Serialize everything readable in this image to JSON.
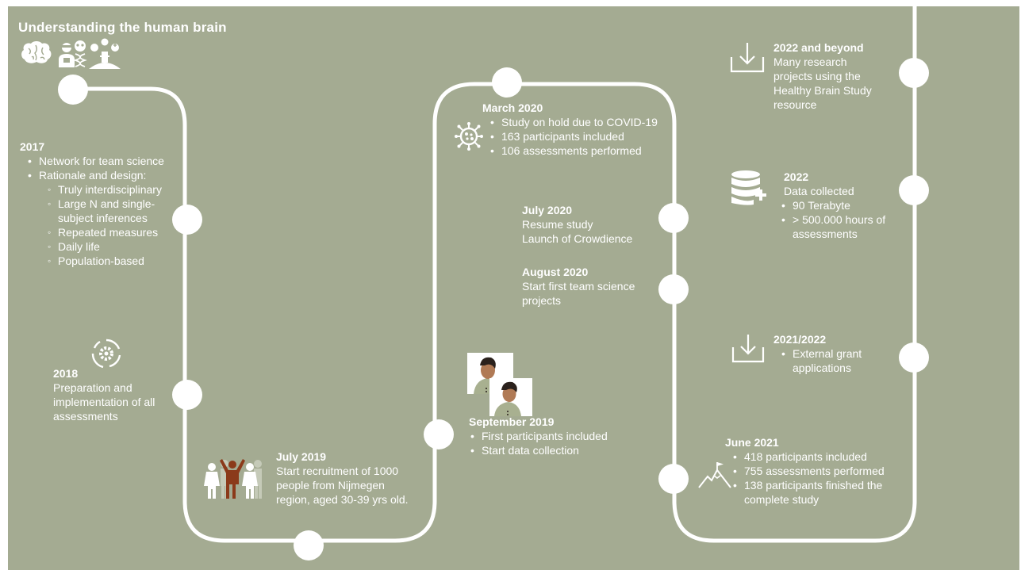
{
  "title": "Understanding the human brain",
  "icons": [
    "brain-icon",
    "researcher-icon",
    "dna-icon",
    "community-icon"
  ],
  "colors": {
    "background": "#a4ab92",
    "line": "#ffffff",
    "figure_accent": "#8b3a1a"
  },
  "events": {
    "e2017": {
      "heading": "2017",
      "bullets": [
        "Network for team science",
        "Rationale and design:"
      ],
      "sub_bullets": [
        "Truly interdisciplinary",
        "Large N and single-subject inferences",
        "Repeated measures",
        "Daily life",
        "Population-based"
      ]
    },
    "e2018": {
      "heading": "2018",
      "lines": [
        "Preparation and implementation of all assessments"
      ]
    },
    "jul2019": {
      "heading": "July 2019",
      "lines": [
        "Start recruitment of 1000 people from Nijmegen region, aged 30-39 yrs old."
      ]
    },
    "sep2019": {
      "heading": "September 2019",
      "bullets": [
        "First participants included",
        "Start data collection"
      ]
    },
    "mar2020": {
      "heading": "March 2020",
      "bullets": [
        "Study on hold due to COVID-19",
        "163 participants included",
        "106 assessments performed"
      ]
    },
    "jul2020": {
      "heading": "July 2020",
      "lines": [
        "Resume study",
        "Launch of Crowdience"
      ]
    },
    "aug2020": {
      "heading": "August 2020",
      "lines": [
        "Start first team science projects"
      ]
    },
    "jun2021": {
      "heading": "June 2021",
      "bullets": [
        "418 participants included",
        "755 assessments performed",
        "138 participants finished the complete study"
      ]
    },
    "grant2021": {
      "heading": "2021/2022",
      "bullets": [
        "External grant applications"
      ]
    },
    "y2022": {
      "heading": "2022",
      "lines": [
        "Data collected"
      ],
      "bullets": [
        "90 Terabyte",
        "> 500.000 hours of assessments"
      ]
    },
    "beyond2022": {
      "heading": "2022 and beyond",
      "lines": [
        "Many research projects using the Healthy Brain Study resource"
      ]
    }
  }
}
